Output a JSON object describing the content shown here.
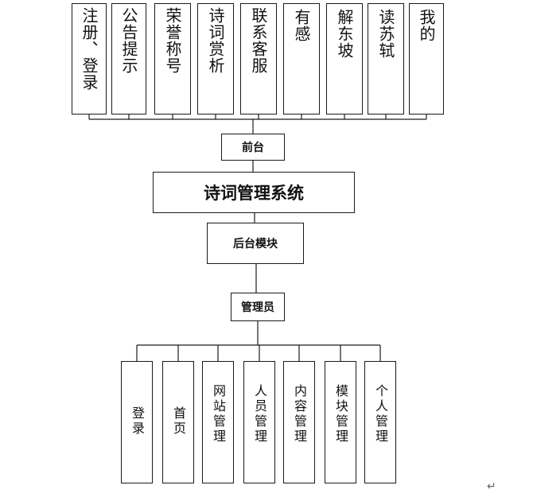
{
  "frontend": {
    "label": "前台",
    "items": [
      {
        "id": "register-login",
        "label": "注册、登录",
        "twocol": true
      },
      {
        "id": "announcement",
        "label": "公告提示",
        "twocol": true
      },
      {
        "id": "honor-title",
        "label": "荣誉称号",
        "twocol": true
      },
      {
        "id": "poem-appreciation",
        "label": "诗词赏析",
        "twocol": true
      },
      {
        "id": "contact-service",
        "label": "联系客服",
        "twocol": true
      },
      {
        "id": "thoughts",
        "label": "有感",
        "twocol": false
      },
      {
        "id": "explain-dongpo",
        "label": "解东坡",
        "twocol": false
      },
      {
        "id": "read-sushi",
        "label": "读苏轼",
        "twocol": false
      },
      {
        "id": "mine",
        "label": "我的",
        "twocol": false
      }
    ]
  },
  "system": {
    "title": "诗词管理系统"
  },
  "backend": {
    "label": "后台模块"
  },
  "admin": {
    "label": "管理员",
    "items": [
      {
        "id": "login",
        "label": "登录"
      },
      {
        "id": "home",
        "label": "首页"
      },
      {
        "id": "site-management",
        "label": "网站管理"
      },
      {
        "id": "staff-management",
        "label": "人员管理"
      },
      {
        "id": "content-management",
        "label": "内容管理"
      },
      {
        "id": "module-management",
        "label": "模块管理"
      },
      {
        "id": "personal-management",
        "label": "个人管理"
      }
    ]
  },
  "paragraph_mark": "↵"
}
